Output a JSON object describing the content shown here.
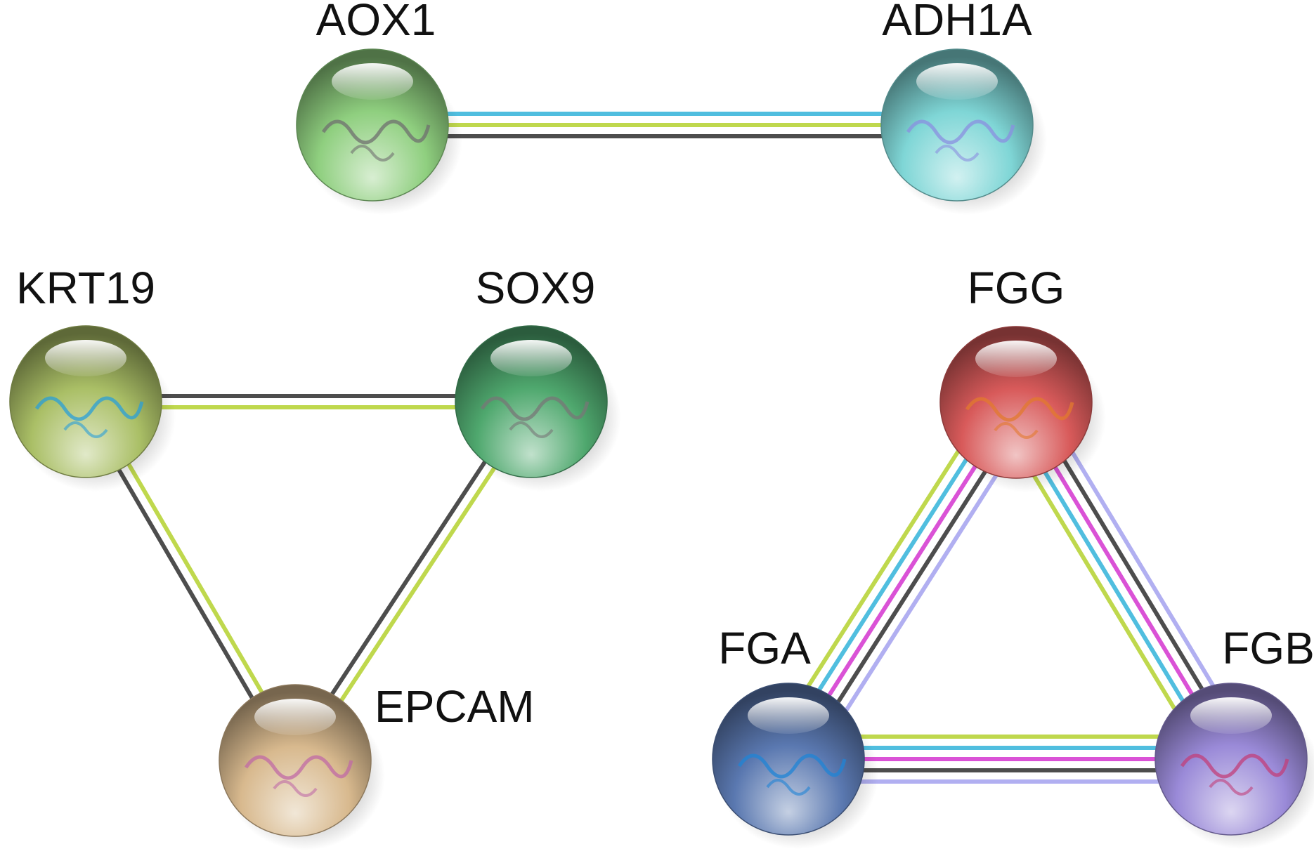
{
  "nodes": [
    {
      "id": "AOX1",
      "label": "AOX1",
      "color": "#8fcf7f",
      "structure": "#6f6f6f"
    },
    {
      "id": "ADH1A",
      "label": "ADH1A",
      "color": "#7fd6d6",
      "structure": "#8a8fe0"
    },
    {
      "id": "KRT19",
      "label": "KRT19",
      "color": "#aabf66",
      "structure": "#2a9fd8"
    },
    {
      "id": "SOX9",
      "label": "SOX9",
      "color": "#4fa86e",
      "structure": "#777777"
    },
    {
      "id": "EPCAM",
      "label": "EPCAM",
      "color": "#d8b98e",
      "structure": "#c06aa6"
    },
    {
      "id": "FGG",
      "label": "FGG",
      "color": "#d85a5a",
      "structure": "#e27a2e"
    },
    {
      "id": "FGA",
      "label": "FGA",
      "color": "#5a78b0",
      "structure": "#1f84d6"
    },
    {
      "id": "FGB",
      "label": "FGB",
      "color": "#9a8ad8",
      "structure": "#c23f7a"
    }
  ],
  "edges": [
    {
      "source": "AOX1",
      "target": "ADH1A",
      "evidence": [
        "#3db7dc",
        "#b8d43a",
        "#3a3a3a"
      ]
    },
    {
      "source": "KRT19",
      "target": "SOX9",
      "evidence": [
        "#3a3a3a",
        "#b8d43a"
      ]
    },
    {
      "source": "KRT19",
      "target": "EPCAM",
      "evidence": [
        "#b8d43a",
        "#3a3a3a"
      ]
    },
    {
      "source": "SOX9",
      "target": "EPCAM",
      "evidence": [
        "#b8d43a",
        "#3a3a3a"
      ]
    },
    {
      "source": "FGG",
      "target": "FGA",
      "evidence": [
        "#a9a6f0",
        "#3a3a3a",
        "#d63fd1",
        "#3db7dc",
        "#b8d43a"
      ]
    },
    {
      "source": "FGG",
      "target": "FGB",
      "evidence": [
        "#a9a6f0",
        "#3a3a3a",
        "#d63fd1",
        "#3db7dc",
        "#b8d43a"
      ]
    },
    {
      "source": "FGA",
      "target": "FGB",
      "evidence": [
        "#b8d43a",
        "#3db7dc",
        "#d63fd1",
        "#3a3a3a",
        "#a9a6f0"
      ]
    }
  ]
}
